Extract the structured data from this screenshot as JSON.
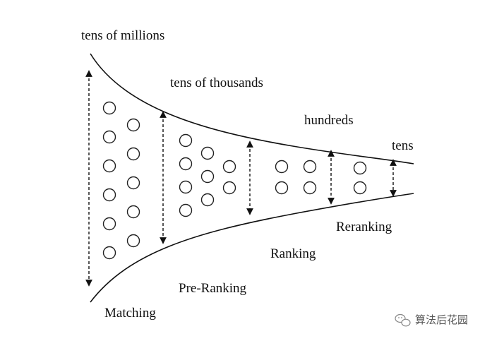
{
  "top_labels": {
    "matching_count": "tens of millions",
    "pre_ranking_count": "tens of thousands",
    "ranking_count": "hundreds",
    "reranking_count": "tens"
  },
  "stages": {
    "matching": "Matching",
    "pre_ranking": "Pre-Ranking",
    "ranking": "Ranking",
    "reranking": "Reranking"
  },
  "watermark": {
    "text": "算法后花园",
    "icon": "wechat-icon"
  }
}
